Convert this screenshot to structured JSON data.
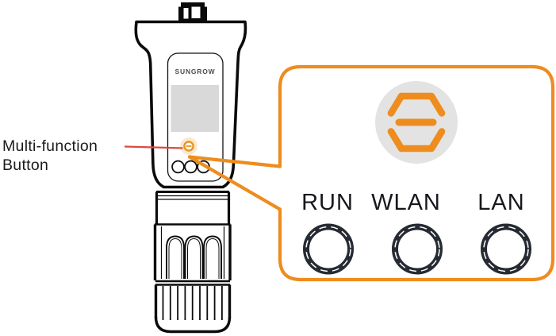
{
  "device": {
    "brand": "SUNGROW",
    "pointer_label": {
      "line1": "Multi-function",
      "line2": "Button"
    },
    "parts": {
      "button_icon": "hexagon-minus-button-icon",
      "led_count": 3
    }
  },
  "callout": {
    "icon": "multi-function-button-hexagon-icon",
    "indicators": [
      {
        "label": "RUN"
      },
      {
        "label": "WLAN"
      },
      {
        "label": "LAN"
      }
    ]
  },
  "colors": {
    "accent_orange": "#EE8C1E",
    "pointer_red": "#DE4A3F",
    "indicator_ring_dark": "#262B33",
    "icon_circle_gray": "#E3E3E3",
    "screen_gray": "#D9D9D9",
    "outline_black": "#0B0B0B"
  }
}
